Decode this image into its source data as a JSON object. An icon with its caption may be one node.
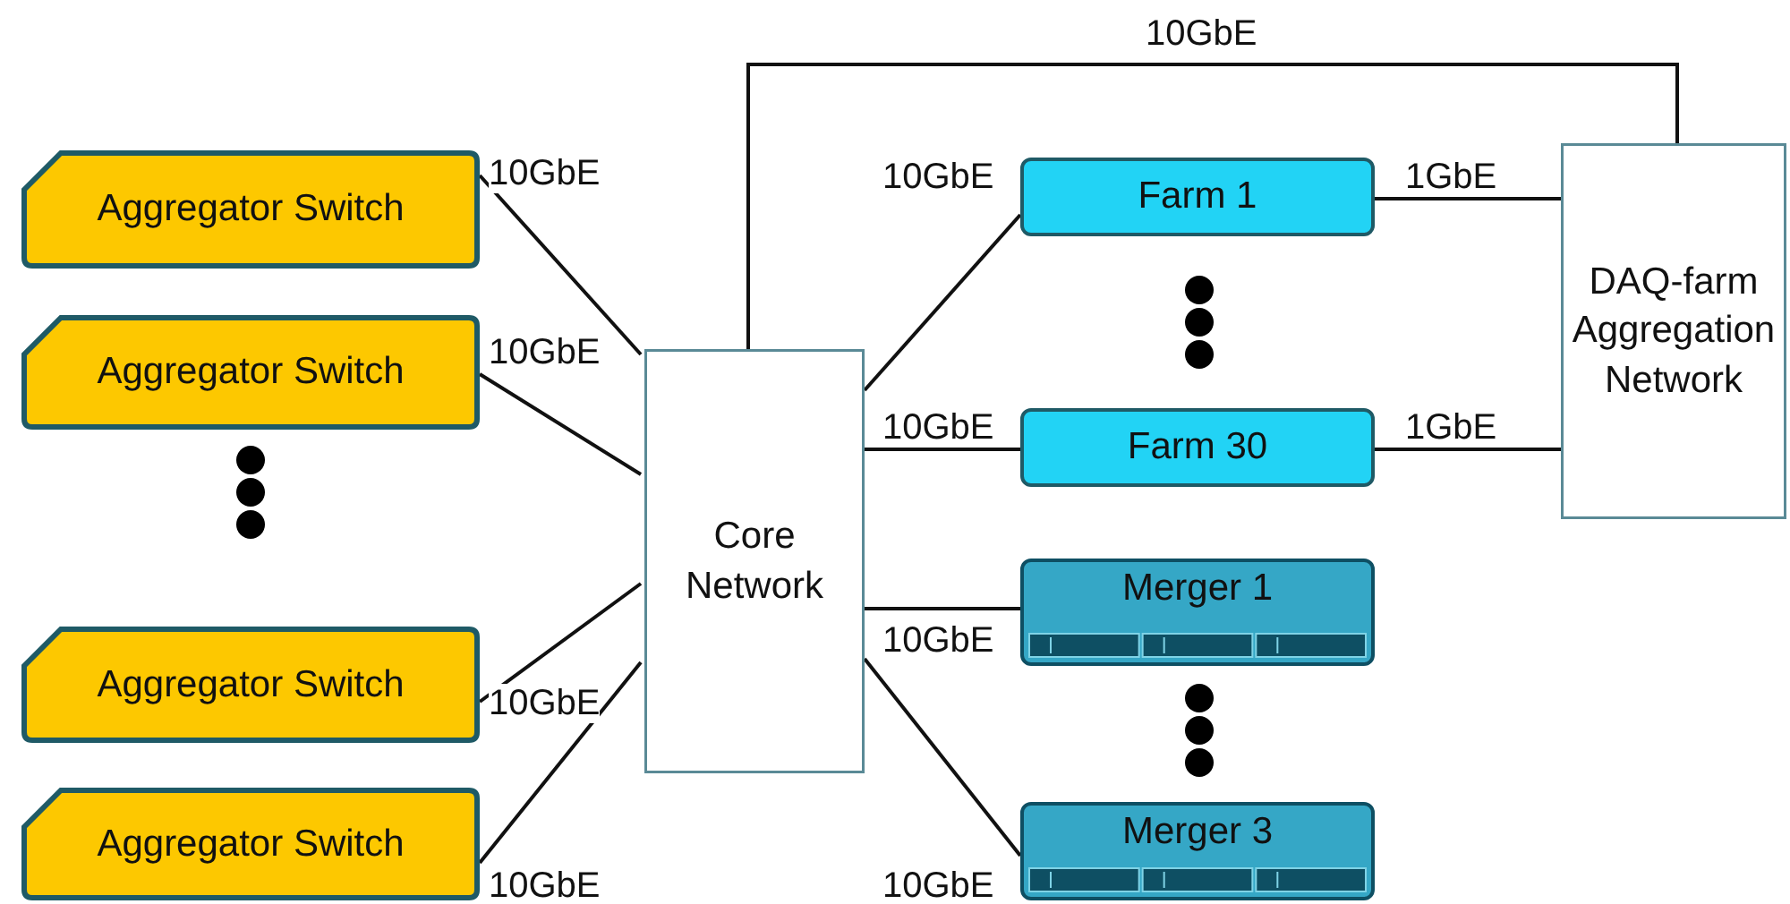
{
  "diagram": {
    "nodes": [
      {
        "text": [
          "Aggregator Switch"
        ]
      },
      {
        "text": [
          "Aggregator Switch"
        ]
      },
      {
        "text": [
          "Aggregator Switch"
        ]
      },
      {
        "text": [
          "Aggregator Switch"
        ]
      },
      {
        "text": [
          "Core Network"
        ]
      },
      {
        "text": [
          "Farm 1"
        ]
      },
      {
        "text": [
          "Farm 30"
        ]
      },
      {
        "text": [
          "Merger 1"
        ]
      },
      {
        "text": [
          "Merger 3"
        ]
      },
      {
        "text": [
          "DAQ-farm Aggregation Network"
        ]
      }
    ],
    "edges": [
      {
        "from": 0,
        "to": 4,
        "arrow": "none",
        "label": "10GbE"
      },
      {
        "from": 1,
        "to": 4,
        "arrow": "none",
        "label": "10GbE"
      },
      {
        "from": 2,
        "to": 4,
        "arrow": "none",
        "label": "10GbE"
      },
      {
        "from": 3,
        "to": 4,
        "arrow": "none",
        "label": "10GbE"
      },
      {
        "from": 4,
        "to": 5,
        "arrow": "none",
        "label": "10GbE"
      },
      {
        "from": 4,
        "to": 6,
        "arrow": "none",
        "label": "10GbE"
      },
      {
        "from": 4,
        "to": 7,
        "arrow": "none",
        "label": "10GbE"
      },
      {
        "from": 4,
        "to": 8,
        "arrow": "none",
        "label": "10GbE"
      },
      {
        "from": 5,
        "to": 9,
        "arrow": "none",
        "label": "1GbE"
      },
      {
        "from": 6,
        "to": 9,
        "arrow": "none",
        "label": "1GbE"
      },
      {
        "from": 4,
        "to": 9,
        "arrow": "none",
        "label": "10GbE"
      }
    ]
  }
}
